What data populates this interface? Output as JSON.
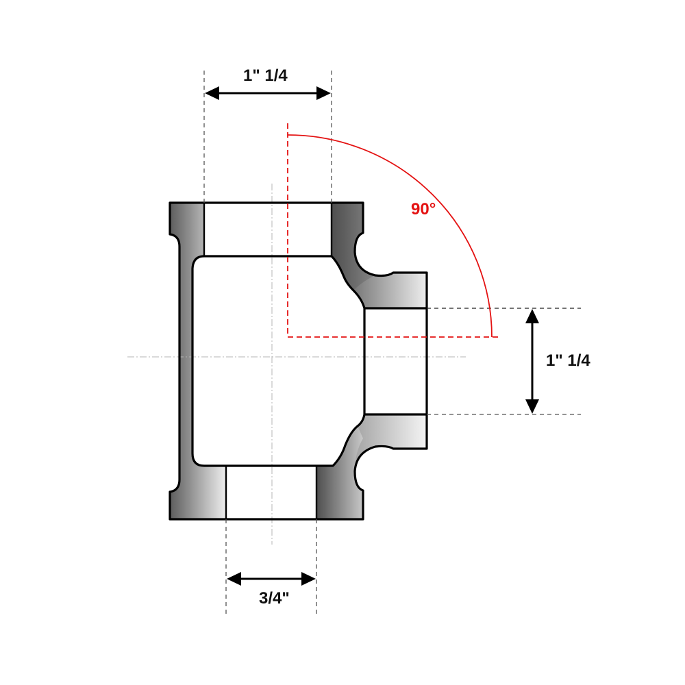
{
  "diagram": {
    "type": "technical drawing",
    "subject": "pipe tee fitting (reducing)",
    "colors": {
      "outline": "#000000",
      "shading_dark": "#5a5a5a",
      "shading_light": "#f2f2f2",
      "angle_annotation": "#e41212",
      "extension_lines": "#555555",
      "centerlines": "#b5b5b5"
    },
    "dimensions": {
      "top_opening": {
        "label": "1\" 1/4",
        "orientation": "horizontal"
      },
      "side_opening": {
        "label": "1\" 1/4",
        "orientation": "vertical"
      },
      "bottom_opening": {
        "label": "3/4\"",
        "orientation": "horizontal"
      },
      "branch_angle": {
        "label": "90°"
      }
    }
  }
}
